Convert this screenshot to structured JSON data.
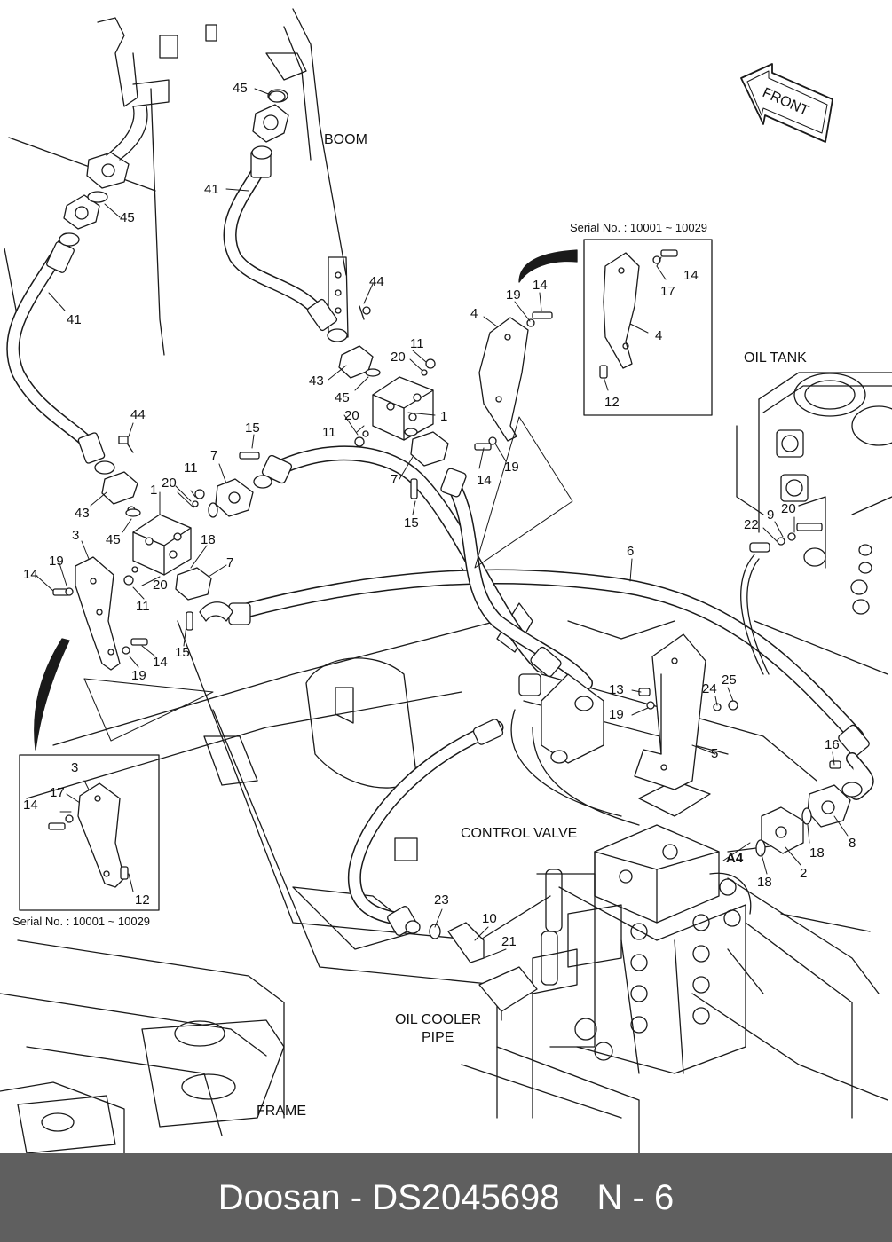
{
  "colors": {
    "footer_bg": "#5f5f5f",
    "footer_text": "#ffffff",
    "line": "#1a1a1a",
    "hose_fill": "#ffffff"
  },
  "diagram": {
    "titles": {
      "boom": "BOOM",
      "oil_tank": "OIL TANK",
      "control_valve": "CONTROL VALVE",
      "oil_cooler_1": "OIL COOLER",
      "oil_cooler_2": "PIPE",
      "frame": "FRAME",
      "front": "FRONT",
      "a4": "A4"
    },
    "serial_top": "Serial No. : 10001 ~ 10029",
    "serial_bottom": "Serial No. : 10001 ~ 10029",
    "callouts": [
      {
        "id": "c45a",
        "text": "45"
      },
      {
        "id": "c41a",
        "text": "41"
      },
      {
        "id": "c45b",
        "text": "45"
      },
      {
        "id": "c41b",
        "text": "41"
      },
      {
        "id": "c44a",
        "text": "44"
      },
      {
        "id": "c43a",
        "text": "43"
      },
      {
        "id": "c45c",
        "text": "45"
      },
      {
        "id": "c11a",
        "text": "11"
      },
      {
        "id": "c20a",
        "text": "20"
      },
      {
        "id": "c1a",
        "text": "1"
      },
      {
        "id": "c20b",
        "text": "20"
      },
      {
        "id": "c11b",
        "text": "11"
      },
      {
        "id": "c4a",
        "text": "4"
      },
      {
        "id": "c19a",
        "text": "19"
      },
      {
        "id": "c14a",
        "text": "14"
      },
      {
        "id": "c7a",
        "text": "7"
      },
      {
        "id": "c15a",
        "text": "15"
      },
      {
        "id": "c14b",
        "text": "14"
      },
      {
        "id": "c19b",
        "text": "19"
      },
      {
        "id": "c44b",
        "text": "44"
      },
      {
        "id": "c43b",
        "text": "43"
      },
      {
        "id": "c45d",
        "text": "45"
      },
      {
        "id": "c11c",
        "text": "11"
      },
      {
        "id": "c20c",
        "text": "20"
      },
      {
        "id": "c1b",
        "text": "1"
      },
      {
        "id": "c7b",
        "text": "7"
      },
      {
        "id": "c15b",
        "text": "15"
      },
      {
        "id": "c3a",
        "text": "3"
      },
      {
        "id": "c19c",
        "text": "19"
      },
      {
        "id": "c14c",
        "text": "14"
      },
      {
        "id": "c20d",
        "text": "20"
      },
      {
        "id": "c18a",
        "text": "18"
      },
      {
        "id": "c7c",
        "text": "7"
      },
      {
        "id": "c11d",
        "text": "11"
      },
      {
        "id": "c15c",
        "text": "15"
      },
      {
        "id": "c14d",
        "text": "14"
      },
      {
        "id": "c19d",
        "text": "19"
      },
      {
        "id": "c6",
        "text": "6"
      },
      {
        "id": "c22",
        "text": "22"
      },
      {
        "id": "c9",
        "text": "9"
      },
      {
        "id": "c20e",
        "text": "20"
      },
      {
        "id": "c13",
        "text": "13"
      },
      {
        "id": "c24",
        "text": "24"
      },
      {
        "id": "c25",
        "text": "25"
      },
      {
        "id": "c19e",
        "text": "19"
      },
      {
        "id": "c5",
        "text": "5"
      },
      {
        "id": "c16",
        "text": "16"
      },
      {
        "id": "c18b",
        "text": "18"
      },
      {
        "id": "c8",
        "text": "8"
      },
      {
        "id": "c18c",
        "text": "18"
      },
      {
        "id": "c2",
        "text": "2"
      },
      {
        "id": "c23",
        "text": "23"
      },
      {
        "id": "c10",
        "text": "10"
      },
      {
        "id": "c21",
        "text": "21"
      },
      {
        "id": "c14e",
        "text": "14"
      },
      {
        "id": "c17a",
        "text": "17"
      },
      {
        "id": "c4b",
        "text": "4"
      },
      {
        "id": "c12a",
        "text": "12"
      },
      {
        "id": "c3b",
        "text": "3"
      },
      {
        "id": "c14f",
        "text": "14"
      },
      {
        "id": "c17b",
        "text": "17"
      },
      {
        "id": "c12b",
        "text": "12"
      }
    ]
  },
  "footer": {
    "brand": "Doosan",
    "separator": "-",
    "part_number": "DS2045698",
    "page_ref": "N - 6"
  }
}
